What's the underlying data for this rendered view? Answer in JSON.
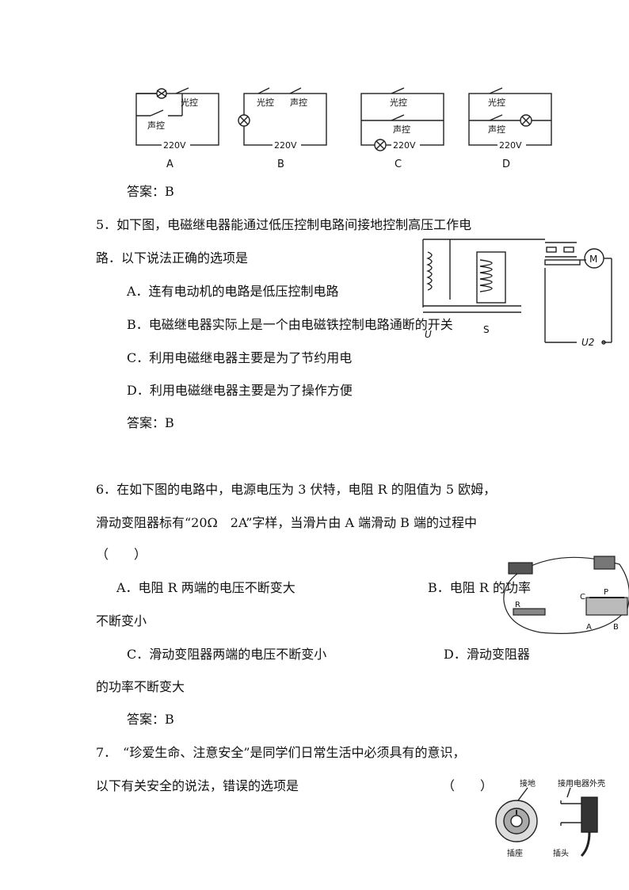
{
  "q4": {
    "circuits": [
      {
        "letter": "A",
        "labels": [
          "光控",
          "声控",
          "220V"
        ]
      },
      {
        "letter": "B",
        "labels": [
          "光控",
          "声控",
          "220V"
        ]
      },
      {
        "letter": "C",
        "labels": [
          "光控",
          "声控",
          "220V"
        ]
      },
      {
        "letter": "D",
        "labels": [
          "光控",
          "声控",
          "220V"
        ]
      }
    ],
    "answer": "答案：B"
  },
  "q5": {
    "stem_line1": "5．如下图，电磁继电器能通过低压控制电路间接地控制高压工作电",
    "stem_line2": "路．以下说法正确的选项是",
    "options": [
      "A．连有电动机的电路是低压控制电路",
      "B．电磁继电器实际上是一个由电磁铁控制电路通断的开关",
      "C．利用电磁继电器主要是为了节约用电",
      "D．利用电磁继电器主要是为了操作方便"
    ],
    "figure_labels": {
      "motor": "M",
      "u1": "U",
      "s": "S",
      "u2": "U2"
    },
    "answer": "答案：B"
  },
  "q6": {
    "stem_line1": "6．在如下图的电路中，电源电压为 3 伏特，电阻 R 的阻值为 5 欧姆，",
    "stem_line2": "滑动变阻器标有“20Ω　2A”字样，当滑片由 A 端滑动 B 端的过程中",
    "stem_line3": "（　　）",
    "option_a": "A．电阻 R 两端的电压不断变大",
    "option_b": "B．电阻 R 的功率",
    "option_b_cont": "不断变小",
    "option_c": "C．滑动变阻器两端的电压不断变小",
    "option_d": "D．滑动变阻器",
    "option_d_cont": "的功率不断变大",
    "figure_labels": {
      "r": "R",
      "c": "C",
      "p": "P",
      "a": "A",
      "b": "B"
    },
    "answer": "答案：B"
  },
  "q7": {
    "stem_line1": "7．　“珍爱生命、注意安全”是同学们日常生活中必须具有的意识，",
    "stem_line2": "以下有关安全的说法，错误的选项是",
    "bracket": "（　　）",
    "figure_labels": {
      "ground": "接地",
      "shell": "接用电器外壳",
      "socket": "插座",
      "plug": "插头"
    }
  }
}
